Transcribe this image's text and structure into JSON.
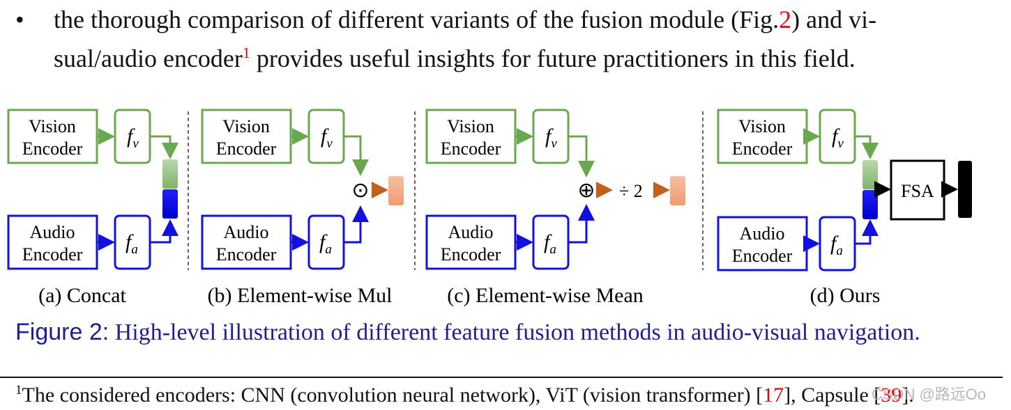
{
  "bullet": {
    "symbol": "•",
    "line1_a": "the thorough comparison of different variants of the fusion module (Fig.",
    "line1_ref": "2",
    "line1_b": ") and vi-",
    "line2_a": "sual/audio encoder",
    "line2_sup": "1",
    "line2_b": " provides useful insights for future practitioners in this field."
  },
  "figure": {
    "panels": [
      {
        "vision_l1": "Vision",
        "vision_l2": "Encoder",
        "audio_l1": "Audio",
        "audio_l2": "Encoder",
        "fv": "f",
        "fv_sub": "v",
        "fa": "f",
        "fa_sub": "a",
        "caption": "(a) Concat"
      },
      {
        "vision_l1": "Vision",
        "vision_l2": "Encoder",
        "audio_l1": "Audio",
        "audio_l2": "Encoder",
        "fv": "f",
        "fv_sub": "v",
        "fa": "f",
        "fa_sub": "a",
        "caption": "(b) Element-wise Mul",
        "op": "⊙"
      },
      {
        "vision_l1": "Vision",
        "vision_l2": "Encoder",
        "audio_l1": "Audio",
        "audio_l2": "Encoder",
        "fv": "f",
        "fv_sub": "v",
        "fa": "f",
        "fa_sub": "a",
        "caption": "(c) Element-wise Mean",
        "op": "⊕",
        "div": "÷ 2"
      },
      {
        "vision_l1": "Vision",
        "vision_l2": "Encoder",
        "audio_l1": "Audio",
        "audio_l2": "Encoder",
        "fv": "f",
        "fv_sub": "v",
        "fa": "f",
        "fa_sub": "a",
        "caption": "(d) Ours",
        "fsa": "FSA"
      }
    ],
    "colors": {
      "vision": "#6aa84f",
      "audio": "#1010e0",
      "output": "#f4a582",
      "black": "#000000"
    }
  },
  "caption": {
    "label": "Figure 2:",
    "text": "High-level illustration of different feature fusion methods in audio-visual navigation."
  },
  "footnote": {
    "mark": "1",
    "text_a": "The considered encoders: CNN (convolution neural network), ViT (vision transformer) [",
    "ref1": "17",
    "text_b": "], Capsule [",
    "ref2": "39",
    "text_c": "]."
  },
  "watermark": "CSDN @路远Oo"
}
